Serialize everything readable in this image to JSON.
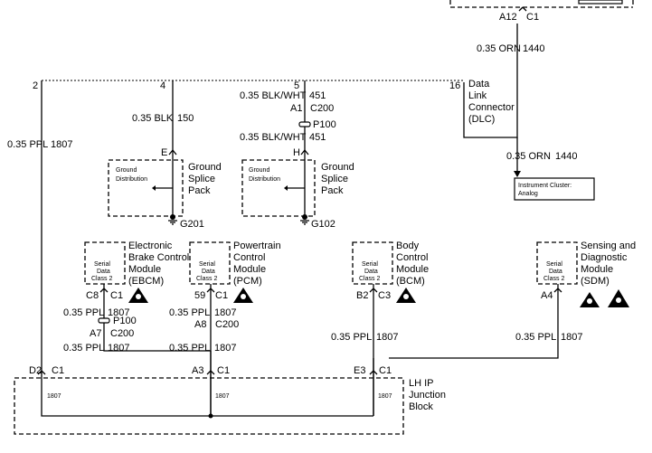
{
  "top": {
    "pin_a12": "A12",
    "conn_c1": "C1",
    "wire_orn": "0.35 ORN",
    "circuit_1440": "1440"
  },
  "bus": {
    "pin2": "2",
    "pin4": "4",
    "pin5": "5",
    "pin16": "16"
  },
  "dlc": {
    "l1": "Data",
    "l2": "Link",
    "l3": "Connector",
    "l4": "(DLC)"
  },
  "wires": {
    "ppl": "0.35 PPL",
    "c1807": "1807",
    "blk": "0.35 BLK",
    "c150": "150",
    "blkwht": "0.35 BLK/WHT",
    "c451": "451",
    "orn": "0.35 ORN",
    "c1440": "1440"
  },
  "conns": {
    "a1": "A1",
    "c200": "C200",
    "p100": "P100",
    "e": "E",
    "h": "H",
    "c8": "C8",
    "c1": "C1",
    "n59": "59",
    "a7": "A7",
    "a8": "A8",
    "a3": "A3",
    "b2": "B2",
    "c3": "C3",
    "a4": "A4",
    "d2": "D2",
    "e3": "E3"
  },
  "splice1": {
    "box": "Ground\nDistribution",
    "l1": "Ground",
    "l2": "Splice",
    "l3": "Pack",
    "g": "G201"
  },
  "splice2": {
    "l1": "Ground",
    "l2": "Splice",
    "l3": "Pack",
    "g": "G102"
  },
  "ground_dist": {
    "l1": "Ground",
    "l2": "Distribution"
  },
  "cluster": {
    "l1": "Instrument Cluster:",
    "l2": "Analog"
  },
  "serial": {
    "l1": "Serial",
    "l2": "Data",
    "l3": "Class 2"
  },
  "ebcm": {
    "l1": "Electronic",
    "l2": "Brake Control",
    "l3": "Module",
    "l4": "(EBCM)"
  },
  "pcm": {
    "l1": "Powertrain",
    "l2": "Control",
    "l3": "Module",
    "l4": "(PCM)"
  },
  "bcm": {
    "l1": "Body",
    "l2": "Control",
    "l3": "Module",
    "l4": "(BCM)"
  },
  "sdm": {
    "l1": "Sensing and",
    "l2": "Diagnostic",
    "l3": "Module",
    "l4": "(SDM)"
  },
  "junction": {
    "l1": "LH IP",
    "l2": "Junction",
    "l3": "Block"
  }
}
